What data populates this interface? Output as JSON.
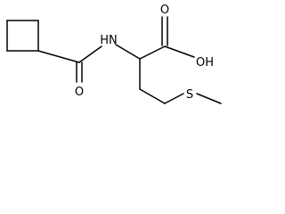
{
  "molecule": {
    "atoms": {
      "amide_nh": "HN",
      "amide_o": "O",
      "acid_o": "O",
      "acid_oh": "OH",
      "thioether_s": "S"
    }
  },
  "colors": {
    "bond": "#000000",
    "text": "#000000",
    "background": "#ffffff"
  }
}
